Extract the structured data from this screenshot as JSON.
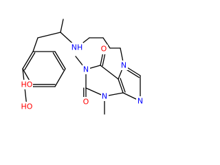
{
  "molecule": {
    "atom_labels": {
      "nh": "NH",
      "n7": "N",
      "n9": "N",
      "n3": "N",
      "n1": "N",
      "o6": "O",
      "o2": "O",
      "oh_upper": "HO",
      "oh_lower": "HO"
    },
    "colors": {
      "bond": "#000000",
      "nitrogen": "#0000ff",
      "oxygen": "#ff0000"
    }
  }
}
